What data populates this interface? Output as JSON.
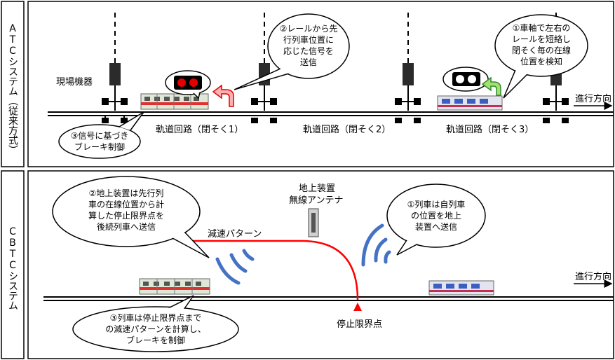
{
  "atc": {
    "side_label": "ATCシステム（従来方式）",
    "field_device": "現場機器",
    "bubble_signal": "②レールから先\n行列車位置に\n応じた信号を\n送信",
    "bubble_detect": "①車軸で左右の\nレールを短絡し\n閉そく毎の在線\n位置を検知",
    "bubble_brake": "③信号に基づき\nブレーキ制御",
    "circuit_1": "軌道回路（閉そく1）",
    "circuit_2": "軌道回路（閉そく2）",
    "circuit_3": "軌道回路（閉そく3）",
    "direction": "進行方向",
    "signal_red_color": "#e00000",
    "signal_green_color": "#ffffff"
  },
  "cbtc": {
    "side_label": "CBTCシステム",
    "antenna_label_1": "地上装置",
    "antenna_label_2": "無線アンテナ",
    "bubble_ground": "②地上装置は先行列\n車の在線位置から計\n算した停止限界点を\n後続列車へ送信",
    "bubble_train": "①列車は自列車\nの位置を地上\n装置へ送信",
    "bubble_brake": "③列車は停止限界点まで\nの減速パターンを計算し、\nブレーキを制御",
    "decel_pattern": "減速パターン",
    "stop_limit": "停止限界点",
    "direction": "進行方向",
    "pattern_color": "#ff0000",
    "radio_color": "#4472c4"
  }
}
